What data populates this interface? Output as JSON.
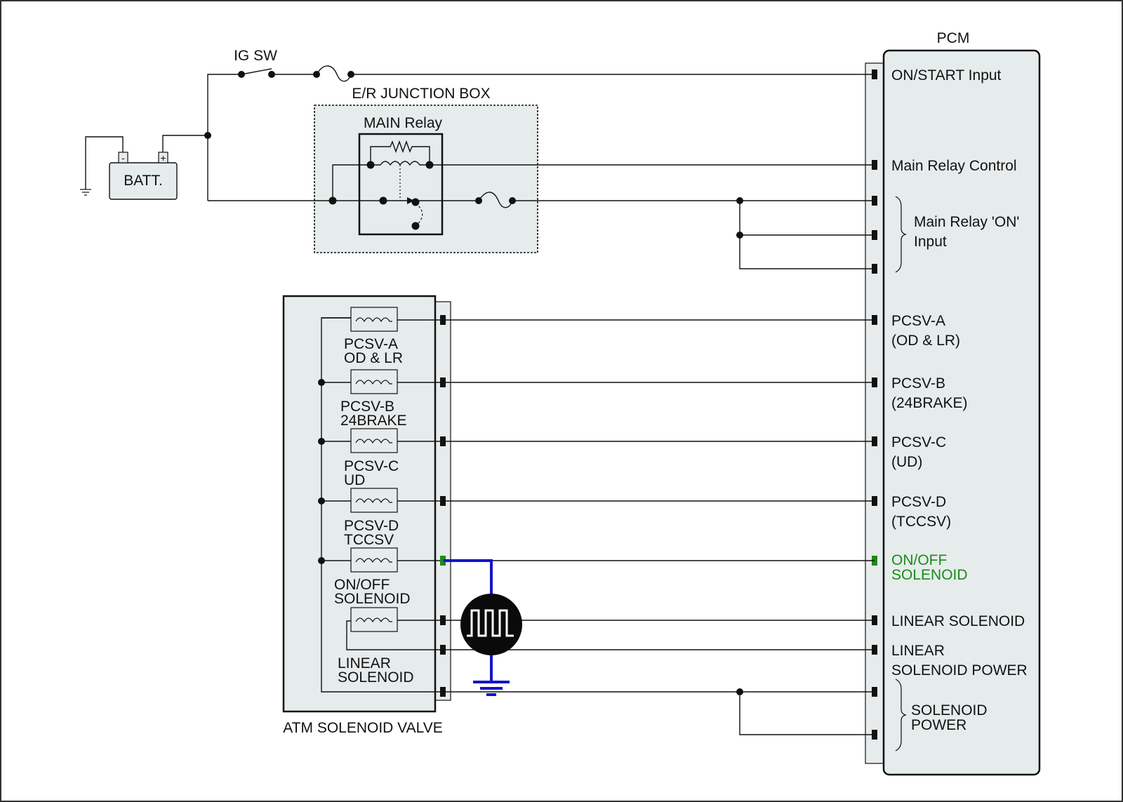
{
  "labels": {
    "ig_sw": "IG SW",
    "junction_box": "E/R JUNCTION BOX",
    "main_relay": "MAIN Relay",
    "battery": "BATT.",
    "battery_minus": "-",
    "battery_plus": "+",
    "pcm": "PCM",
    "atm_valve": "ATM SOLENOID VALVE"
  },
  "pcm_pins": [
    {
      "lines": [
        "ON/START Input"
      ]
    },
    {
      "lines": [
        "Main Relay Control"
      ]
    },
    {
      "lines": [
        "Main Relay 'ON'",
        "Input"
      ]
    },
    {
      "lines": [
        "PCSV-A",
        "(OD & LR)"
      ]
    },
    {
      "lines": [
        "PCSV-B",
        "(24BRAKE)"
      ]
    },
    {
      "lines": [
        "PCSV-C",
        "(UD)"
      ]
    },
    {
      "lines": [
        "PCSV-D",
        "(TCCSV)"
      ]
    },
    {
      "lines": [
        "ON/OFF",
        "SOLENOID"
      ],
      "highlight": true
    },
    {
      "lines": [
        "LINEAR SOLENOID"
      ]
    },
    {
      "lines": [
        "LINEAR",
        "SOLENOID POWER"
      ]
    },
    {
      "lines": [
        "SOLENOID",
        "POWER"
      ]
    }
  ],
  "solenoids": [
    {
      "lines": [
        "PCSV-A",
        "OD & LR"
      ]
    },
    {
      "lines": [
        "PCSV-B",
        "24BRAKE"
      ]
    },
    {
      "lines": [
        "PCSV-C",
        "UD"
      ]
    },
    {
      "lines": [
        "PCSV-D",
        "TCCSV"
      ]
    },
    {
      "lines": [
        "ON/OFF",
        "SOLENOID"
      ]
    },
    {
      "lines": [
        "LINEAR",
        "SOLENOID"
      ]
    }
  ],
  "colors": {
    "highlight_text": "#1a8a1a",
    "probe_wire": "#1414c8",
    "panel_fill": "#e6ecec"
  },
  "icons": {
    "scope": "oscilloscope-probe-icon",
    "ground": "ground-icon"
  }
}
